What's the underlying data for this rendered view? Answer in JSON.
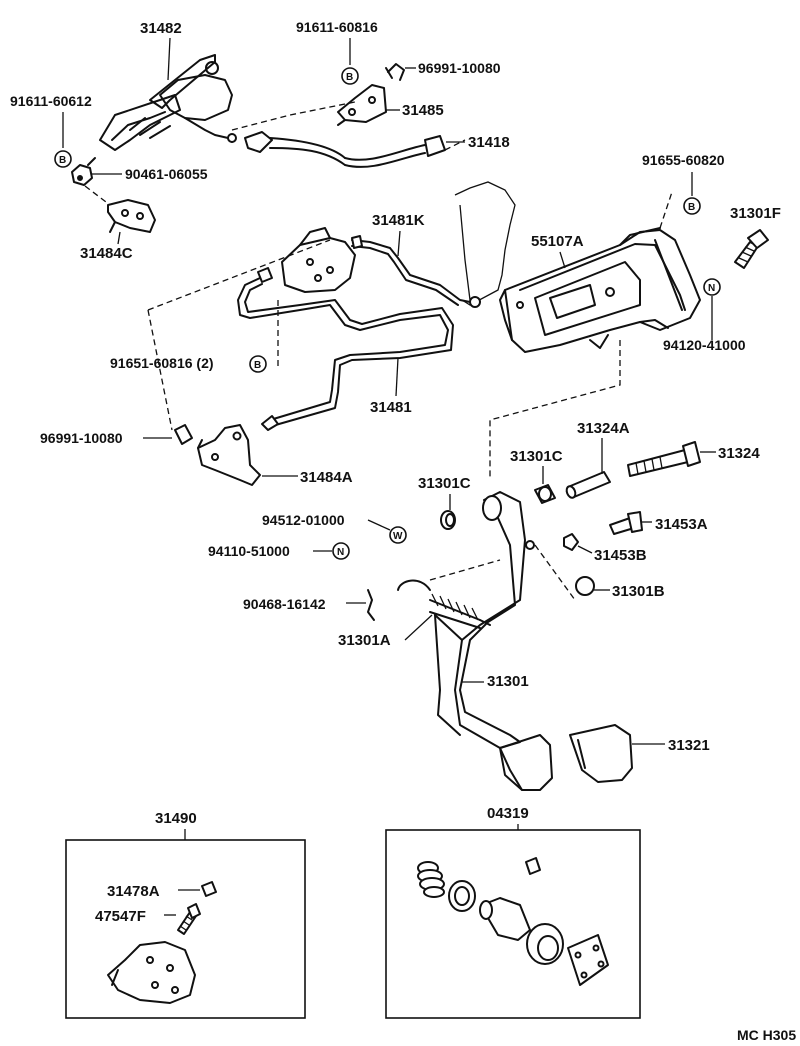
{
  "diagram": {
    "footer_code": "MC H305",
    "parts": [
      {
        "id": "p31482",
        "label": "31482"
      },
      {
        "id": "p91611_60816",
        "label": "91611-60816"
      },
      {
        "id": "p96991_10080_top",
        "label": "96991-10080"
      },
      {
        "id": "p91611_60612",
        "label": "91611-60612"
      },
      {
        "id": "p31485",
        "label": "31485"
      },
      {
        "id": "p31418",
        "label": "31418"
      },
      {
        "id": "p90461_06055",
        "label": "90461-06055"
      },
      {
        "id": "p31484C",
        "label": "31484C"
      },
      {
        "id": "p91655_60820",
        "label": "91655-60820"
      },
      {
        "id": "p31481K",
        "label": "31481K"
      },
      {
        "id": "p55107A",
        "label": "55107A"
      },
      {
        "id": "p31301F",
        "label": "31301F"
      },
      {
        "id": "p94120_41000",
        "label": "94120-41000"
      },
      {
        "id": "p91651_60816",
        "label": "91651-60816 (2)"
      },
      {
        "id": "p31481",
        "label": "31481"
      },
      {
        "id": "p96991_10080_mid",
        "label": "96991-10080"
      },
      {
        "id": "p31484A",
        "label": "31484A"
      },
      {
        "id": "p31324A",
        "label": "31324A"
      },
      {
        "id": "p31301C_a",
        "label": "31301C"
      },
      {
        "id": "p31301C_b",
        "label": "31301C"
      },
      {
        "id": "p31324",
        "label": "31324"
      },
      {
        "id": "p94512_01000",
        "label": "94512-01000"
      },
      {
        "id": "p31453A",
        "label": "31453A"
      },
      {
        "id": "p94110_51000",
        "label": "94110-51000"
      },
      {
        "id": "p31453B",
        "label": "31453B"
      },
      {
        "id": "p90468_16142",
        "label": "90468-16142"
      },
      {
        "id": "p31301B",
        "label": "31301B"
      },
      {
        "id": "p31301A",
        "label": "31301A"
      },
      {
        "id": "p31301",
        "label": "31301"
      },
      {
        "id": "p31321",
        "label": "31321"
      },
      {
        "id": "p31490",
        "label": "31490"
      },
      {
        "id": "p04319",
        "label": "04319"
      },
      {
        "id": "p31478A",
        "label": "31478A"
      },
      {
        "id": "p47547F",
        "label": "47547F"
      }
    ],
    "symbols": {
      "B": "B",
      "N": "N",
      "W": "W"
    }
  }
}
